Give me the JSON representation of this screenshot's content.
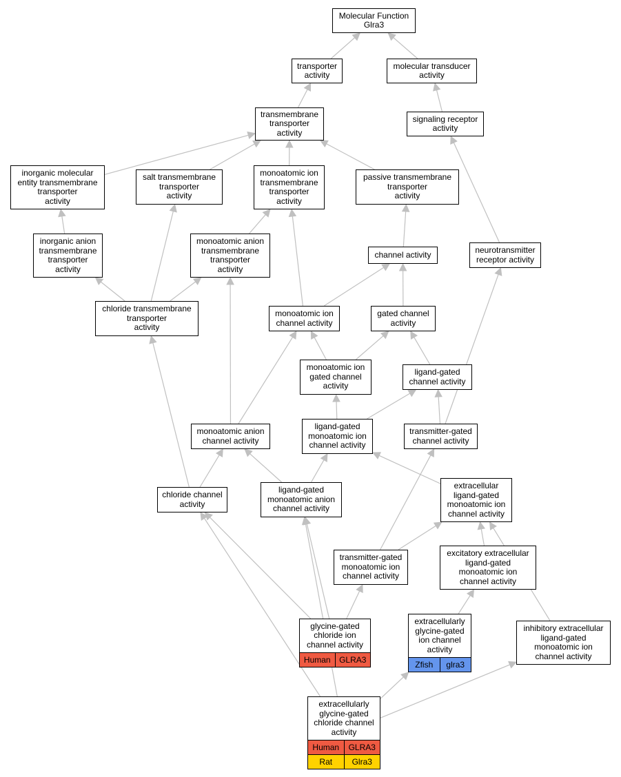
{
  "colors": {
    "human": "#ef5a42",
    "rat": "#ffd200",
    "zfish": "#6495ed",
    "edge": "#c0c0c0"
  },
  "nodes": {
    "mf": {
      "label": "Molecular Function\nGlra3"
    },
    "transporter": {
      "label": "transporter\nactivity"
    },
    "transducer": {
      "label": "molecular transducer\nactivity"
    },
    "tm_transporter": {
      "label": "transmembrane\ntransporter\nactivity"
    },
    "signaling_receptor": {
      "label": "signaling receptor\nactivity"
    },
    "inorganic_mol": {
      "label": "inorganic molecular\nentity transmembrane\ntransporter\nactivity"
    },
    "salt_tm": {
      "label": "salt transmembrane\ntransporter\nactivity"
    },
    "monoatomic_ion_tm": {
      "label": "monoatomic ion\ntransmembrane\ntransporter\nactivity"
    },
    "passive_tm": {
      "label": "passive transmembrane\ntransporter\nactivity"
    },
    "inorganic_anion": {
      "label": "inorganic anion\ntransmembrane\ntransporter\nactivity"
    },
    "monoatomic_anion_tm": {
      "label": "monoatomic anion\ntransmembrane\ntransporter\nactivity"
    },
    "channel": {
      "label": "channel activity"
    },
    "neurotransmitter_receptor": {
      "label": "neurotransmitter\nreceptor activity"
    },
    "chloride_tm": {
      "label": "chloride transmembrane\ntransporter\nactivity"
    },
    "monoatomic_ion_channel": {
      "label": "monoatomic ion\nchannel activity"
    },
    "gated_channel": {
      "label": "gated channel\nactivity"
    },
    "monoatomic_ion_gated": {
      "label": "monoatomic ion\ngated channel\nactivity"
    },
    "ligand_gated": {
      "label": "ligand-gated\nchannel activity"
    },
    "monoatomic_anion_channel": {
      "label": "monoatomic anion\nchannel activity"
    },
    "lg_monoatomic_ion": {
      "label": "ligand-gated\nmonoatomic ion\nchannel activity"
    },
    "transmitter_gated": {
      "label": "transmitter-gated\nchannel activity"
    },
    "chloride_channel": {
      "label": "chloride channel\nactivity"
    },
    "lg_monoatomic_anion": {
      "label": "ligand-gated\nmonoatomic anion\nchannel activity"
    },
    "extracellular_lg": {
      "label": "extracellular\nligand-gated\nmonoatomic ion\nchannel activity"
    },
    "transmitter_gated_ion": {
      "label": "transmitter-gated\nmonoatomic ion\nchannel activity"
    },
    "excitatory": {
      "label": "excitatory extracellular\nligand-gated\nmonoatomic ion\nchannel activity"
    },
    "glycine_gated": {
      "label": "glycine-gated\nchloride ion\nchannel activity",
      "rows": [
        {
          "species": "Human",
          "gene": "GLRA3",
          "color": "#ef5a42"
        }
      ]
    },
    "extra_glycine": {
      "label": "extracellularly\nglycine-gated\nion channel\nactivity",
      "rows": [
        {
          "species": "Zfish",
          "gene": "glra3",
          "color": "#6495ed"
        }
      ]
    },
    "inhibitory": {
      "label": "inhibitory extracellular\nligand-gated\nmonoatomic ion\nchannel activity"
    },
    "extra_glycine_chloride": {
      "label": "extracellularly\nglycine-gated\nchloride channel\nactivity",
      "rows": [
        {
          "species": "Human",
          "gene": "GLRA3",
          "color": "#ef5a42"
        },
        {
          "species": "Rat",
          "gene": "Glra3",
          "color": "#ffd200"
        }
      ]
    }
  },
  "edges": [
    [
      "transporter",
      "mf"
    ],
    [
      "transducer",
      "mf"
    ],
    [
      "tm_transporter",
      "transporter"
    ],
    [
      "signaling_receptor",
      "transducer"
    ],
    [
      "inorganic_mol",
      "tm_transporter"
    ],
    [
      "salt_tm",
      "tm_transporter"
    ],
    [
      "monoatomic_ion_tm",
      "tm_transporter"
    ],
    [
      "passive_tm",
      "tm_transporter"
    ],
    [
      "inorganic_anion",
      "inorganic_mol"
    ],
    [
      "monoatomic_anion_tm",
      "monoatomic_ion_tm"
    ],
    [
      "channel",
      "passive_tm"
    ],
    [
      "neurotransmitter_receptor",
      "signaling_receptor"
    ],
    [
      "chloride_tm",
      "inorganic_anion"
    ],
    [
      "chloride_tm",
      "salt_tm"
    ],
    [
      "chloride_tm",
      "monoatomic_anion_tm"
    ],
    [
      "monoatomic_ion_channel",
      "monoatomic_ion_tm"
    ],
    [
      "monoatomic_ion_channel",
      "channel"
    ],
    [
      "gated_channel",
      "channel"
    ],
    [
      "monoatomic_ion_gated",
      "monoatomic_ion_channel"
    ],
    [
      "monoatomic_ion_gated",
      "gated_channel"
    ],
    [
      "ligand_gated",
      "gated_channel"
    ],
    [
      "monoatomic_anion_channel",
      "monoatomic_anion_tm"
    ],
    [
      "monoatomic_anion_channel",
      "monoatomic_ion_channel"
    ],
    [
      "lg_monoatomic_ion",
      "monoatomic_ion_gated"
    ],
    [
      "lg_monoatomic_ion",
      "ligand_gated"
    ],
    [
      "transmitter_gated",
      "ligand_gated"
    ],
    [
      "transmitter_gated",
      "neurotransmitter_receptor"
    ],
    [
      "chloride_channel",
      "chloride_tm"
    ],
    [
      "chloride_channel",
      "monoatomic_anion_channel"
    ],
    [
      "lg_monoatomic_anion",
      "monoatomic_anion_channel"
    ],
    [
      "lg_monoatomic_anion",
      "lg_monoatomic_ion"
    ],
    [
      "extracellular_lg",
      "lg_monoatomic_ion"
    ],
    [
      "transmitter_gated_ion",
      "transmitter_gated"
    ],
    [
      "transmitter_gated_ion",
      "extracellular_lg"
    ],
    [
      "excitatory",
      "extracellular_lg"
    ],
    [
      "glycine_gated",
      "chloride_channel"
    ],
    [
      "glycine_gated",
      "lg_monoatomic_anion"
    ],
    [
      "glycine_gated",
      "transmitter_gated_ion"
    ],
    [
      "extra_glycine",
      "excitatory"
    ],
    [
      "inhibitory",
      "extracellular_lg"
    ],
    [
      "extra_glycine_chloride",
      "chloride_channel"
    ],
    [
      "extra_glycine_chloride",
      "lg_monoatomic_anion"
    ],
    [
      "extra_glycine_chloride",
      "extra_glycine"
    ],
    [
      "extra_glycine_chloride",
      "inhibitory"
    ]
  ]
}
